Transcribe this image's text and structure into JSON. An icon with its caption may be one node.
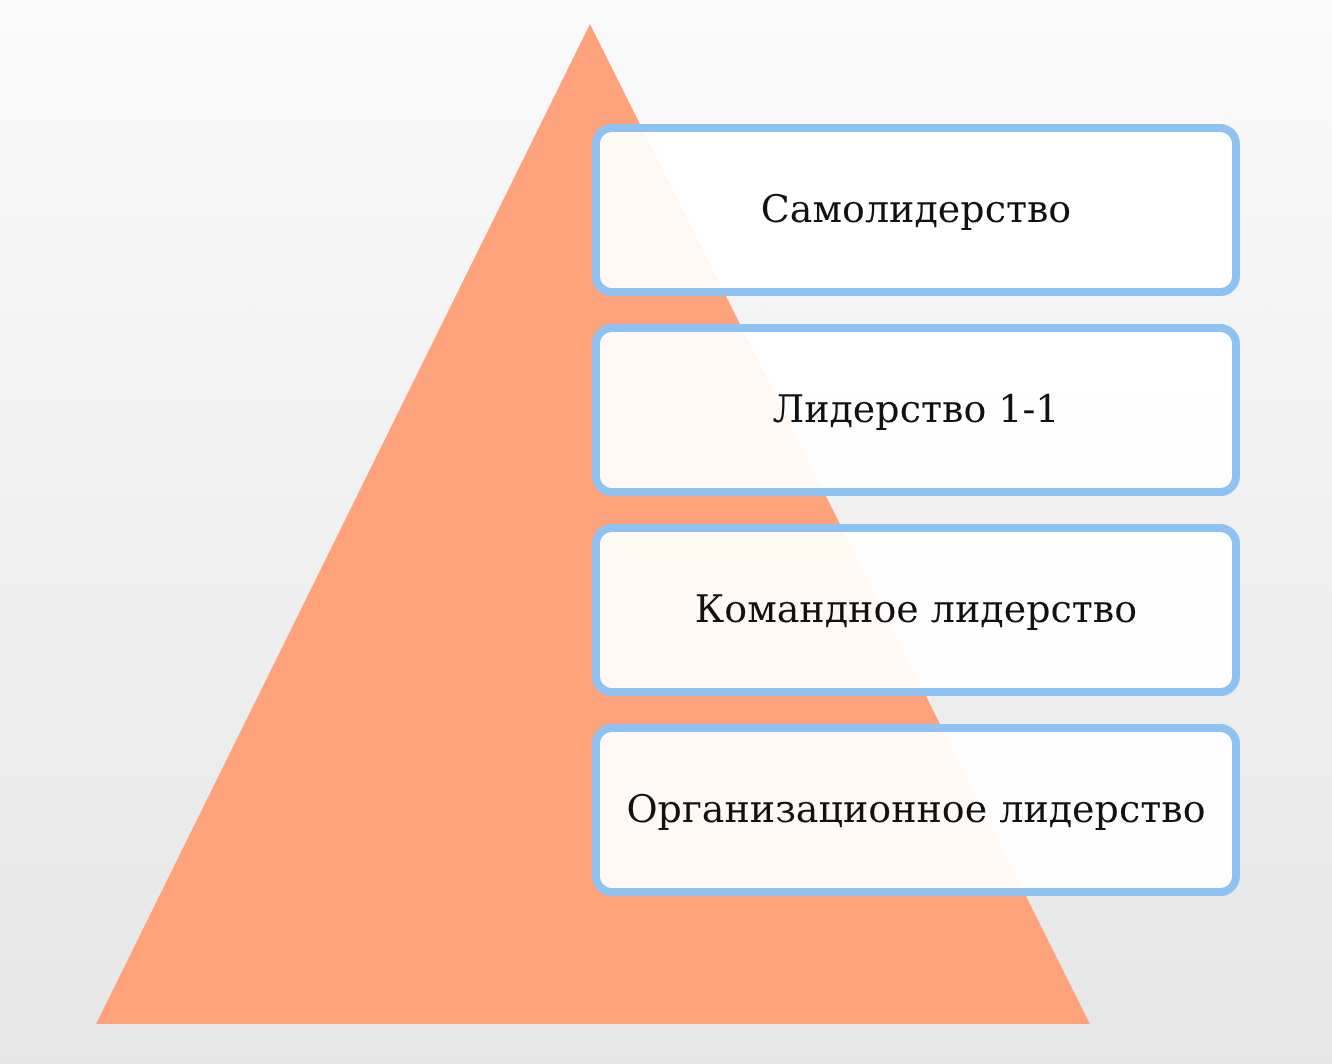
{
  "diagram": {
    "nodes": [
      {
        "text": [
          "Самолидерство"
        ]
      },
      {
        "text": [
          "Лидерство 1-1"
        ]
      },
      {
        "text": [
          "Командное лидерство"
        ]
      },
      {
        "text": [
          "Организационное лидерство"
        ]
      }
    ]
  }
}
